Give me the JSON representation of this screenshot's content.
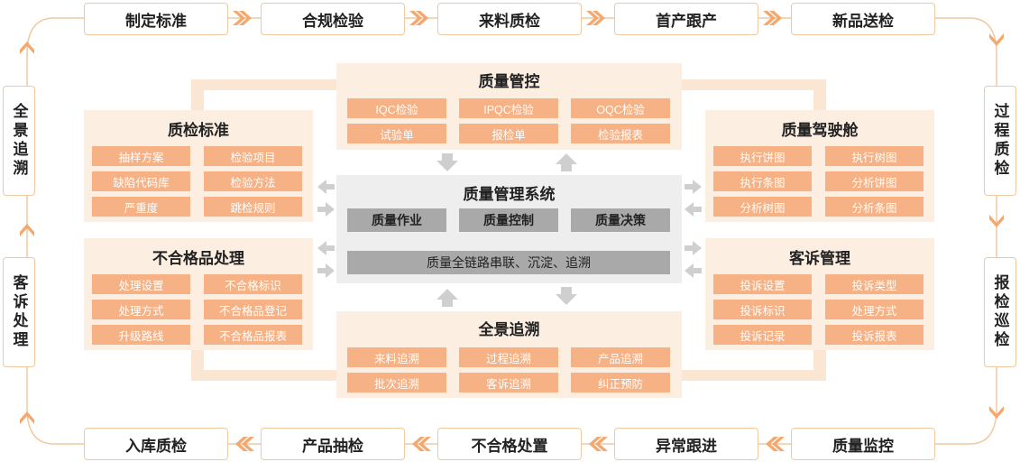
{
  "top_flow": [
    "制定标准",
    "合规检验",
    "来料质检",
    "首产跟产",
    "新品送检"
  ],
  "bottom_flow": [
    "入库质检",
    "产品抽检",
    "不合格处置",
    "异常跟进",
    "质量监控"
  ],
  "left_side": [
    "全景追溯",
    "客诉处理"
  ],
  "right_side": [
    "过程质检",
    "报检巡检"
  ],
  "panels": {
    "quality_control": {
      "title": "质量管控",
      "items": [
        "IQC检验",
        "IPQC检验",
        "OQC检验",
        "试验单",
        "报检单",
        "检验报表"
      ]
    },
    "inspection_standard": {
      "title": "质检标准",
      "items": [
        "抽样方案",
        "检验项目",
        "缺陷代码库",
        "检验方法",
        "严重度",
        "跳检规则"
      ]
    },
    "nonconforming": {
      "title": "不合格品处理",
      "items": [
        "处理设置",
        "不合格标识",
        "处理方式",
        "不合格品登记",
        "升级路线",
        "不合格品报表"
      ]
    },
    "cockpit": {
      "title": "质量驾驶舱",
      "items": [
        "执行饼图",
        "执行树图",
        "执行条图",
        "分析饼图",
        "分析树图",
        "分析条图"
      ]
    },
    "complaints": {
      "title": "客诉管理",
      "items": [
        "投诉设置",
        "投诉类型",
        "投诉标识",
        "处理方式",
        "投诉记录",
        "投诉报表"
      ]
    },
    "traceability": {
      "title": "全景追溯",
      "items": [
        "来料追溯",
        "过程追溯",
        "产品追溯",
        "批次追溯",
        "客诉追溯",
        "纠正预防"
      ]
    }
  },
  "center": {
    "title": "质量管理系统",
    "modules": [
      "质量作业",
      "质量控制",
      "质量决策"
    ],
    "footer": "质量全链路串联、沉淀、追溯"
  },
  "colors": {
    "accent": "#f6b184",
    "panel": "#fdeee2",
    "border": "#f0c9a0",
    "arrow": "#f4a86e",
    "center": "#eeeeee",
    "module": "#a9a9a9",
    "gray_arrow": "#cfcfcf"
  }
}
